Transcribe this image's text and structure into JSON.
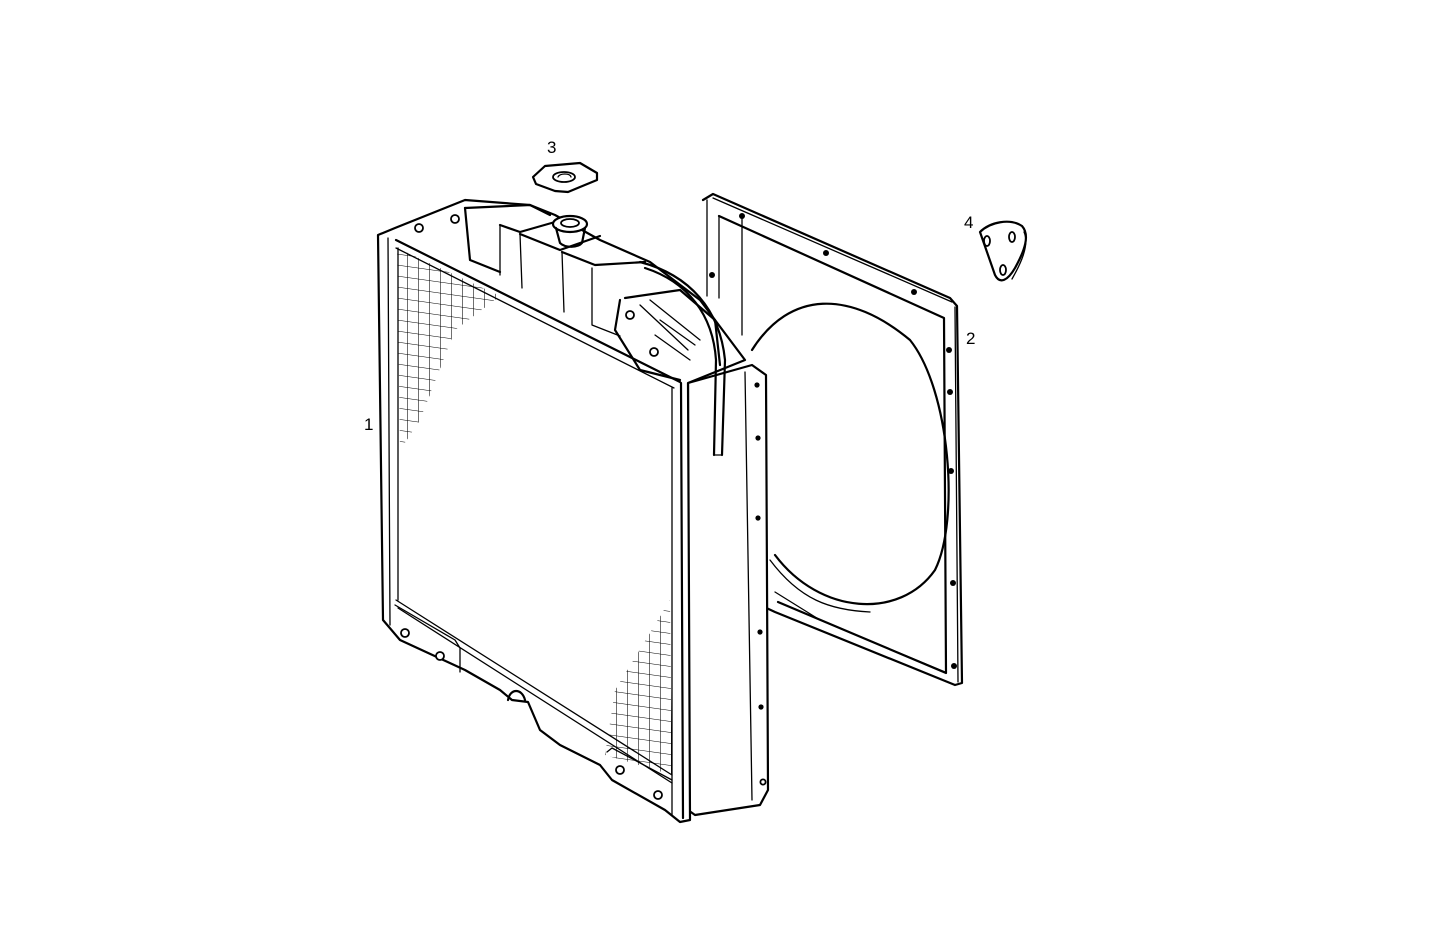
{
  "diagram": {
    "type": "exploded parts diagram",
    "subject": "radiator assembly",
    "background": "#ffffff",
    "line_color": "#000000",
    "callouts": [
      {
        "number": "1",
        "part": "radiator"
      },
      {
        "number": "2",
        "part": "fan shroud"
      },
      {
        "number": "3",
        "part": "radiator cap"
      },
      {
        "number": "4",
        "part": "mounting plate"
      }
    ]
  }
}
